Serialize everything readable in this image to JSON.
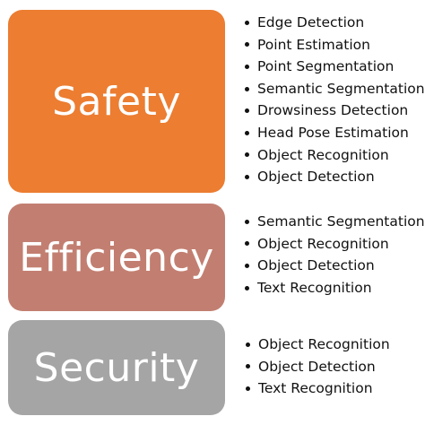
{
  "colors": {
    "safety": "#ec7d31",
    "efficiency": "#c27f71",
    "security": "#a5a5a5"
  },
  "categories": [
    {
      "label": "Safety",
      "items": [
        "Edge Detection",
        "Point Estimation",
        "Point Segmentation",
        "Semantic Segmentation",
        "Drowsiness Detection",
        "Head Pose Estimation",
        "Object Recognition",
        "Object Detection"
      ]
    },
    {
      "label": "Efficiency",
      "items": [
        "Semantic Segmentation",
        "Object Recognition",
        "Object Detection",
        "Text Recognition"
      ]
    },
    {
      "label": "Security",
      "items": [
        "Object Recognition",
        "Object Detection",
        "Text Recognition"
      ]
    }
  ]
}
